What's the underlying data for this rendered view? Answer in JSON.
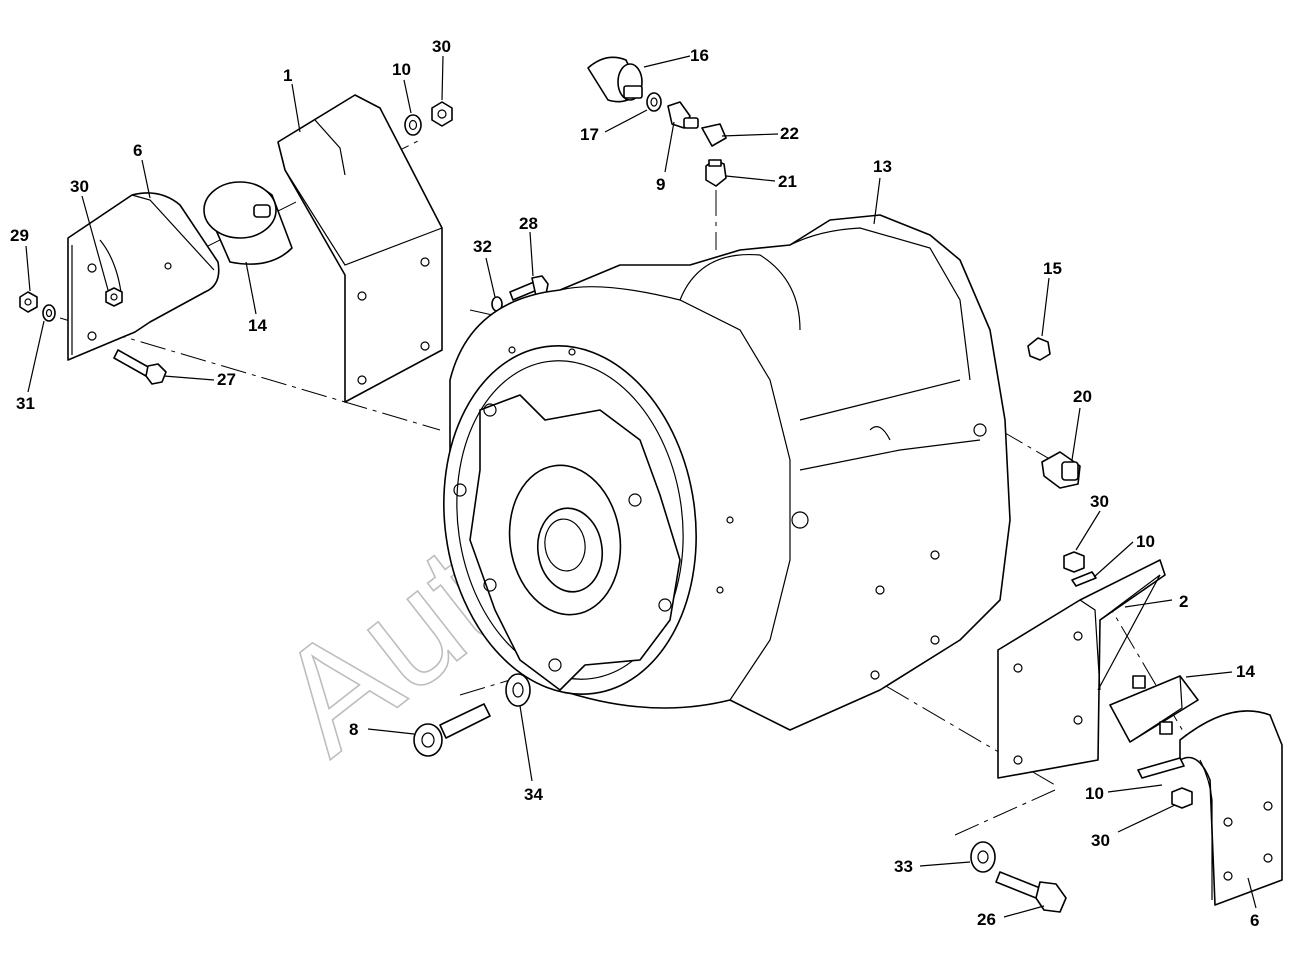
{
  "callouts": {
    "c1": "1",
    "c2": "2",
    "c6a": "6",
    "c6b": "6",
    "c8": "8",
    "c9": "9",
    "c10a": "10",
    "c10b": "10",
    "c10c": "10",
    "c13": "13",
    "c14a": "14",
    "c14b": "14",
    "c15": "15",
    "c16": "16",
    "c17": "17",
    "c20": "20",
    "c21": "21",
    "c22": "22",
    "c26": "26",
    "c27": "27",
    "c28": "28",
    "c29": "29",
    "c30a": "30",
    "c30b": "30",
    "c30c": "30",
    "c30d": "30",
    "c31": "31",
    "c32": "32",
    "c33": "33",
    "c34": "34"
  },
  "watermark": "AutoSoft"
}
